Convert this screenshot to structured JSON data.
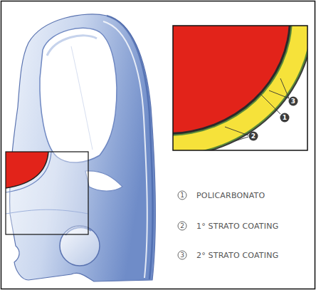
{
  "diagram": {
    "labels": [
      "3",
      "1",
      "2",
      "1",
      "POLICARBONATO",
      "2",
      "1° STRATO COATING",
      "3",
      "2° STRATO COATING"
    ]
  }
}
